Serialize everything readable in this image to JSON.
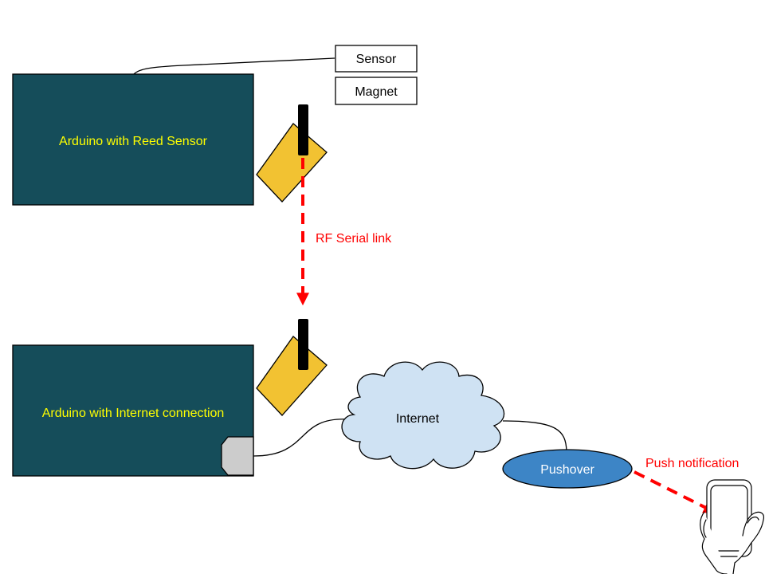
{
  "nodes": {
    "sender_board": "Arduino with Reed Sensor",
    "receiver_board": "Arduino with Internet connection",
    "sensor": "Sensor",
    "magnet": "Magnet",
    "internet": "Internet",
    "pushover": "Pushover"
  },
  "links": {
    "rf_link": "RF Serial link",
    "push_link": "Push notification"
  },
  "colors": {
    "board_fill": "#154d5a",
    "board_text": "#ffff00",
    "radio_fill": "#f2c232",
    "cloud_fill": "#cfe2f3",
    "pushover_fill": "#3d85c6",
    "link_red": "#ff0000"
  }
}
